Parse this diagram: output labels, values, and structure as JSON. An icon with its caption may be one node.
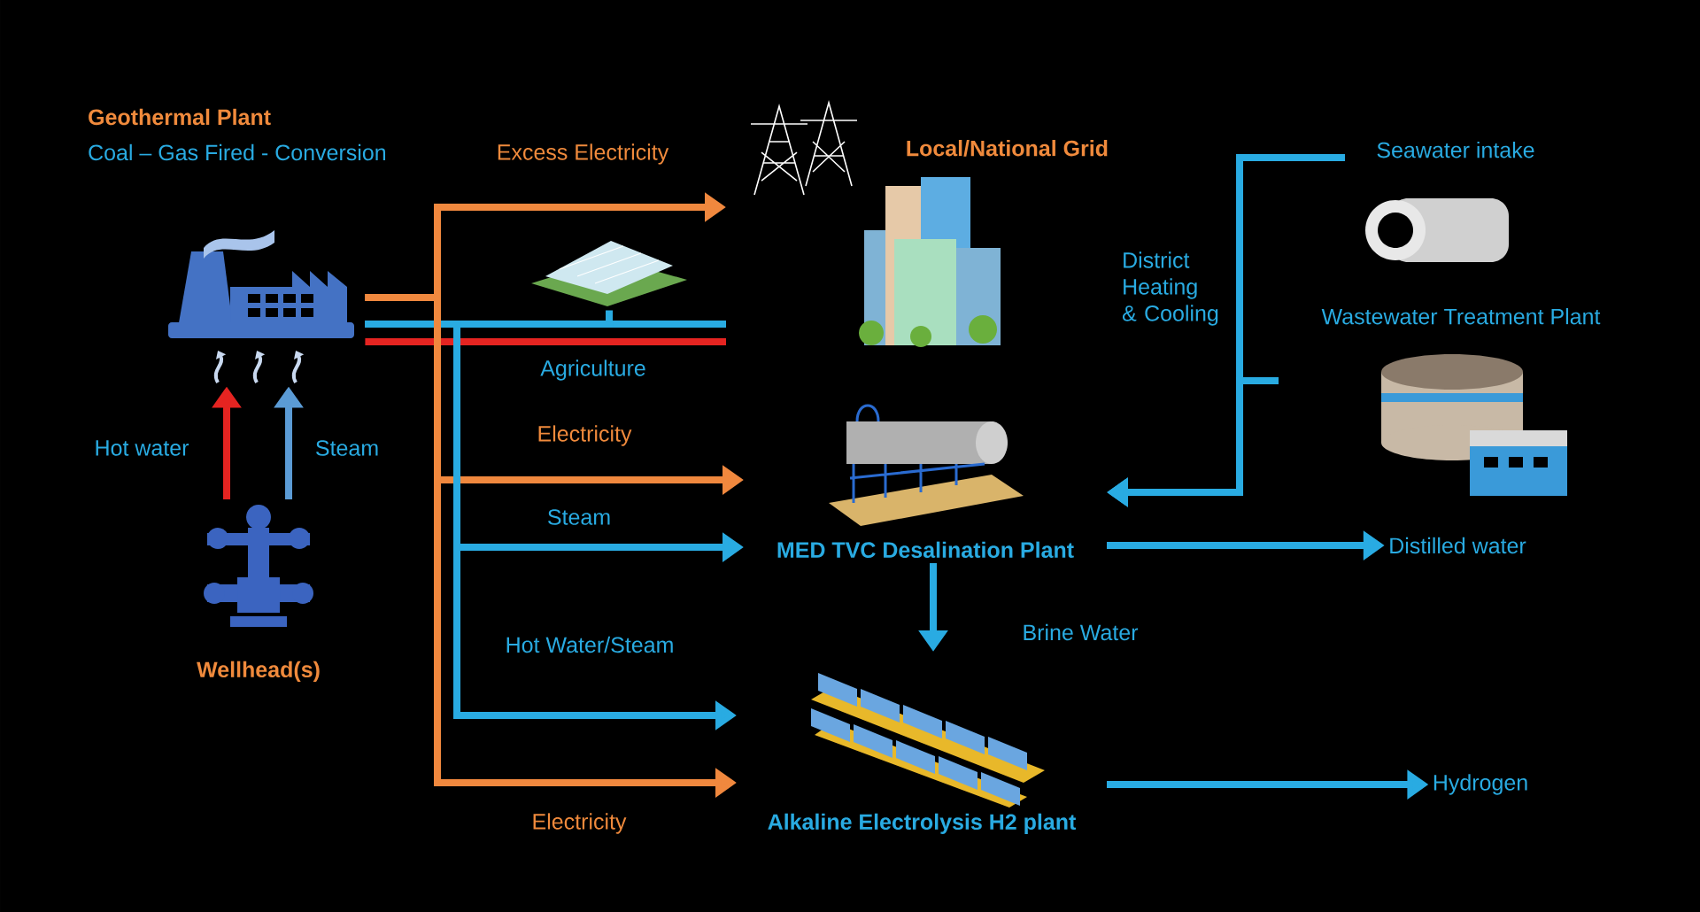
{
  "diagram": {
    "nodes": [
      {
        "text": [],
        "shape": "picture"
      },
      {
        "text": [
          "Local/National Grid"
        ],
        "beside": [
          "District Heating & Cooling"
        ]
      },
      {
        "text": [],
        "shape": "picture",
        "beside": [
          "Agriculture"
        ]
      },
      {
        "text": [
          "Seawater intake"
        ]
      },
      {
        "text": [
          "Wastewater Treatment Plant"
        ]
      },
      {
        "text": [
          "Wellhead(s)"
        ]
      },
      {
        "text": [
          "MED TVC Desalination Plant"
        ]
      },
      {
        "text": [
          "Distilled water"
        ]
      },
      {
        "text": [
          "Alkaline Electrolysis H2 plant"
        ]
      },
      {
        "text": [
          "Hydrogen"
        ]
      }
    ],
    "edges": [
      {
        "from": 0,
        "to": 1,
        "arrow": "to",
        "label": "Excess Electricity",
        "color": "#f0883e"
      },
      {
        "from": 0,
        "to": 1,
        "arrow": "none"
      },
      {
        "from": 0,
        "to": 1,
        "arrow": "none",
        "color": "#e52421"
      },
      {
        "from": 0,
        "to": 2,
        "arrow": "none"
      },
      {
        "from": 0,
        "to": 6,
        "arrow": "to",
        "label": "Electricity",
        "color": "#f0883e"
      },
      {
        "from": 0,
        "to": 6,
        "arrow": "to",
        "label": "Steam"
      },
      {
        "from": 0,
        "to": 8,
        "arrow": "to",
        "label": "Hot Water/Steam"
      },
      {
        "from": 0,
        "to": 8,
        "arrow": "to",
        "label": "Electricity",
        "color": "#f0883e"
      },
      {
        "from": 3,
        "to": 6,
        "arrow": "to"
      },
      {
        "from": 4,
        "to": 6,
        "arrow": "to"
      },
      {
        "from": 6,
        "to": 7,
        "arrow": "to"
      },
      {
        "from": 6,
        "to": 8,
        "arrow": "to",
        "label": "Brine Water"
      },
      {
        "from": 8,
        "to": 9,
        "arrow": "to"
      },
      {
        "from": 5,
        "to": 0,
        "arrow": "to",
        "label": "Hot water",
        "color": "#e52421"
      },
      {
        "from": 5,
        "to": 0,
        "arrow": "to",
        "label": "Steam",
        "color": "#5b9bd5"
      }
    ],
    "labels": [
      "Geothermal Plant",
      "Coal – Gas Fired - Conversion"
    ]
  }
}
